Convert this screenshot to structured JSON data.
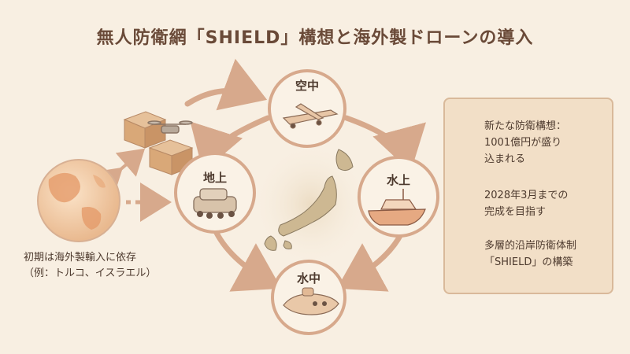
{
  "title": "無人防衛網「SHIELD」構想と海外製ドローンの導入",
  "nodes": {
    "air": "空中",
    "land": "地上",
    "sea": "水上",
    "underwater": "水中"
  },
  "left_caption": {
    "line1": "初期は海外製輸入に依存",
    "line2": "（例：トルコ、イスラエル）"
  },
  "info": {
    "item1_line1": "新たな防衛構想：",
    "item1_line2": "1001億円が盛り",
    "item1_line3": "込まれる",
    "item2_line1": "2028年3月までの",
    "item2_line2": "完成を目指す",
    "item3_line1": "多層的沿岸防衛体制",
    "item3_line2": "「SHIELD」の構築"
  },
  "icons": [
    "globe-icon",
    "cardboard-box-icon",
    "drone-icon",
    "aircraft-icon",
    "tank-icon",
    "boat-icon",
    "submarine-icon",
    "japan-map-icon",
    "bullet-icon",
    "clock-icon",
    "cloud-gear-icon"
  ],
  "colors": {
    "background": "#f8efe2",
    "arrow": "#d7a98c",
    "box": "#f2dfc7",
    "text": "#4d3a2e"
  }
}
